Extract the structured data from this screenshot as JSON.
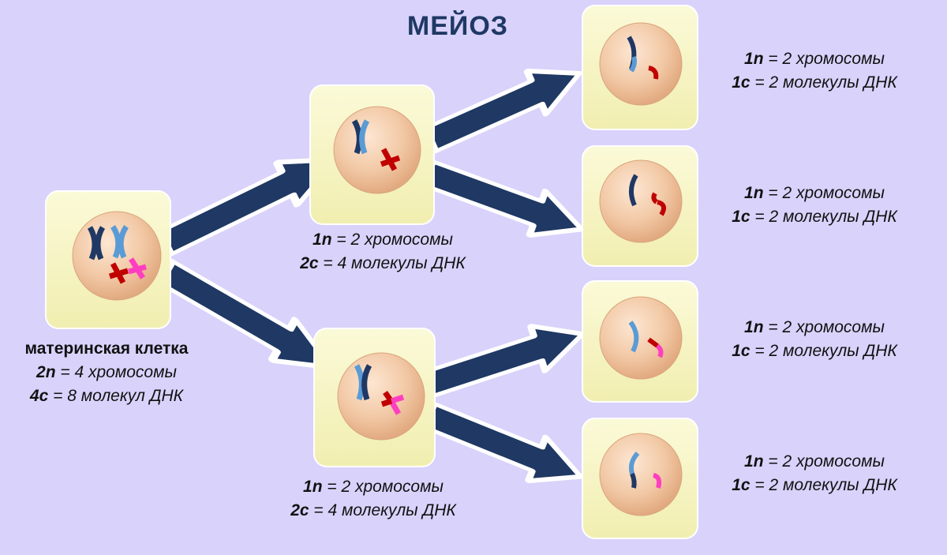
{
  "title": "МЕЙОЗ",
  "mother": {
    "name": "материнская клетка",
    "line1": {
      "sym": "2n",
      "rest": " = 4 хромосомы"
    },
    "line2": {
      "sym": "4c",
      "rest": " = 8 молекул ДНК"
    }
  },
  "middle_top": {
    "line1": {
      "sym": "1n",
      "rest": " = 2 хромосомы"
    },
    "line2": {
      "sym": "2c",
      "rest": " = 4 молекулы ДНК"
    }
  },
  "middle_bottom": {
    "line1": {
      "sym": "1n",
      "rest": " = 2 хромосомы"
    },
    "line2": {
      "sym": "2c",
      "rest": " = 4 молекулы ДНК"
    }
  },
  "final": [
    {
      "line1": {
        "sym": "1n",
        "rest": " = 2 хромосомы"
      },
      "line2": {
        "sym": "1c",
        "rest": " = 2 молекулы ДНК"
      }
    },
    {
      "line1": {
        "sym": "1n",
        "rest": " = 2 хромосомы"
      },
      "line2": {
        "sym": "1c",
        "rest": " = 2 молекулы ДНК"
      }
    },
    {
      "line1": {
        "sym": "1n",
        "rest": " = 2 хромосомы"
      },
      "line2": {
        "sym": "1c",
        "rest": " = 2 молекулы ДНК"
      }
    },
    {
      "line1": {
        "sym": "1n",
        "rest": " = 2 хромосомы"
      },
      "line2": {
        "sym": "1c",
        "rest": " = 2 молекулы ДНК"
      }
    }
  ],
  "colors": {
    "background": "#d9d2fb",
    "cell_box": "#f7f5c4",
    "nucleus": "#f2c9a6",
    "arrow": "#1f3864",
    "chromosome_dark_blue": "#1f3864",
    "chromosome_light_blue": "#5b9bd5",
    "chromosome_red": "#c00000",
    "chromosome_pink": "#ff3fbf",
    "title": "#1f3864"
  }
}
